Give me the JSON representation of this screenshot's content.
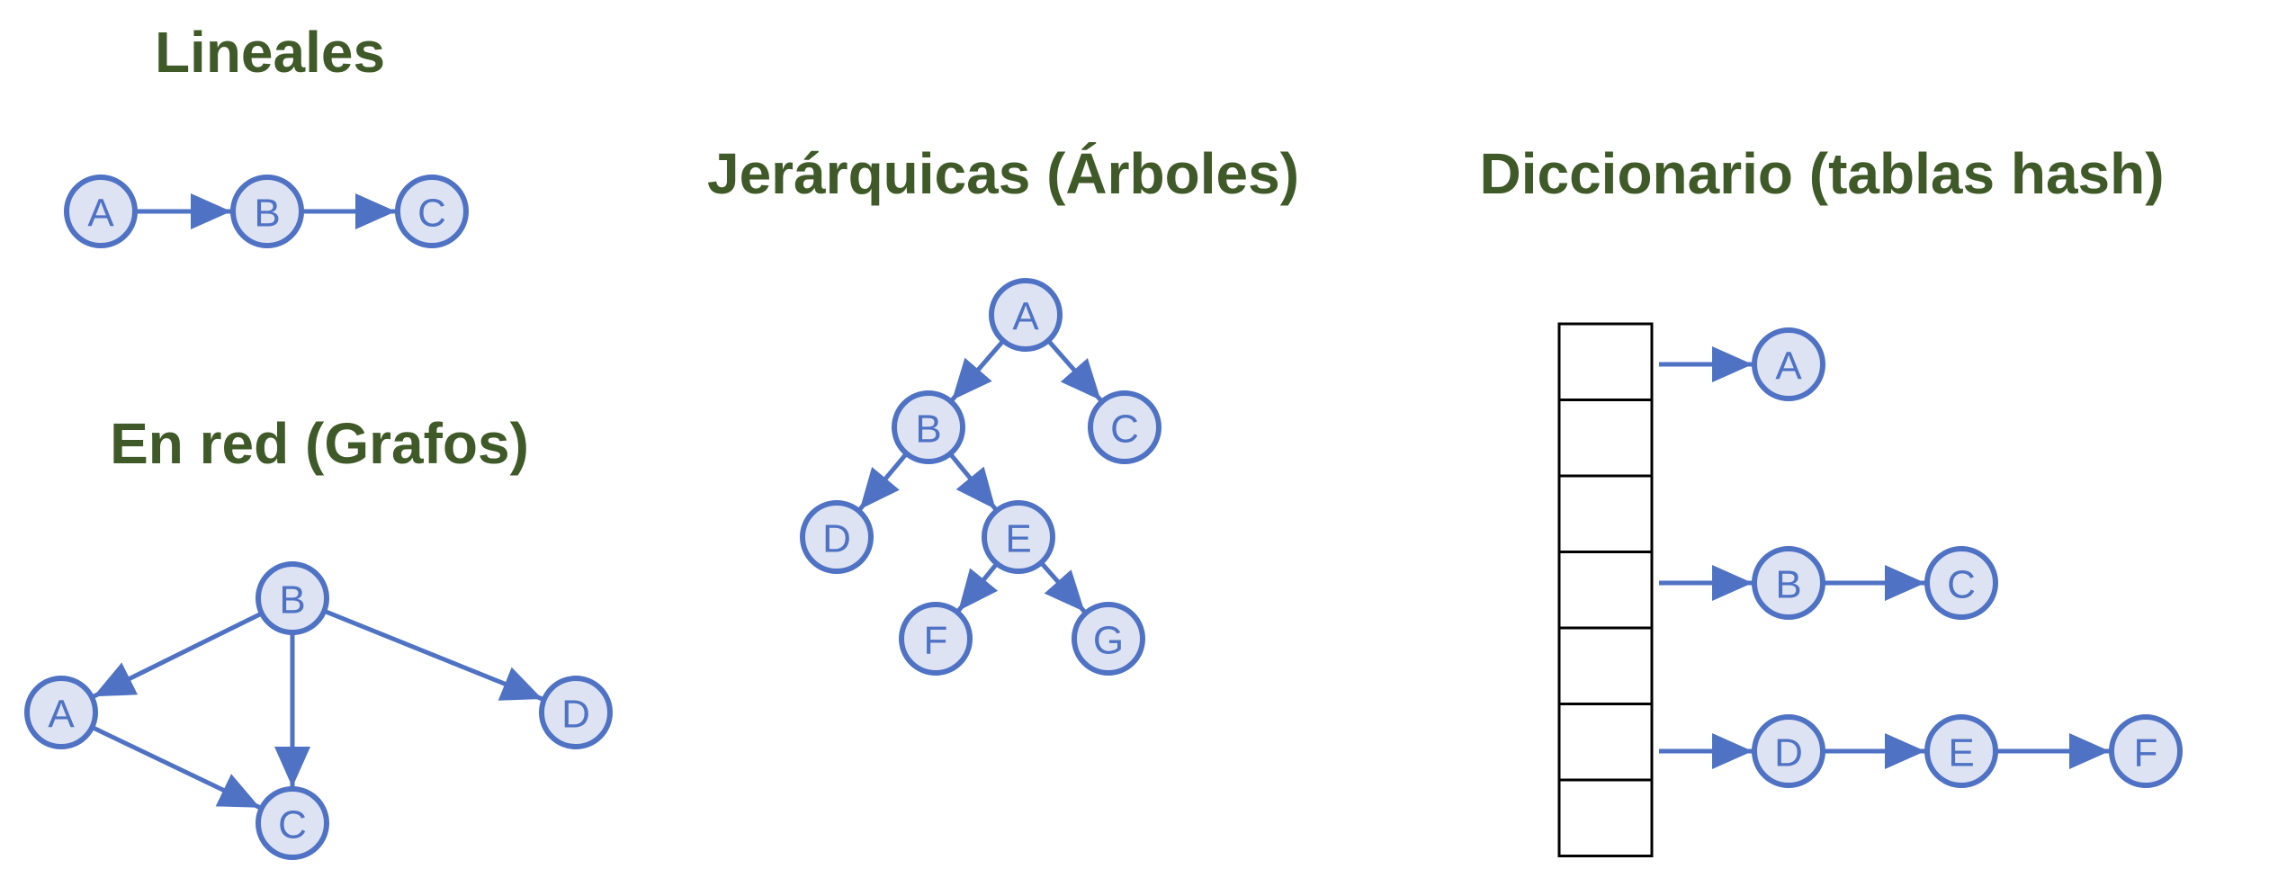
{
  "colors": {
    "title": "#3f5a28",
    "node_fill": "#dde3f3",
    "node_stroke": "#4f72c4",
    "edge": "#4f72c4",
    "bucket_stroke": "#000000"
  },
  "sections": {
    "lineales": {
      "title": "Lineales",
      "nodes": [
        "A",
        "B",
        "C"
      ]
    },
    "grafos": {
      "title": "En red (Grafos)",
      "nodes": [
        "B",
        "A",
        "D",
        "C"
      ]
    },
    "arboles": {
      "title": "Jerárquicas (Árboles)",
      "nodes": [
        "A",
        "B",
        "C",
        "D",
        "E",
        "F",
        "G"
      ]
    },
    "hash": {
      "title": "Diccionario (tablas hash)",
      "bucket_count": 7,
      "chains": [
        {
          "bucket": 0,
          "nodes": [
            "A"
          ]
        },
        {
          "bucket": 3,
          "nodes": [
            "B",
            "C"
          ]
        },
        {
          "bucket": 5,
          "nodes": [
            "D",
            "E",
            "F"
          ]
        }
      ]
    }
  }
}
